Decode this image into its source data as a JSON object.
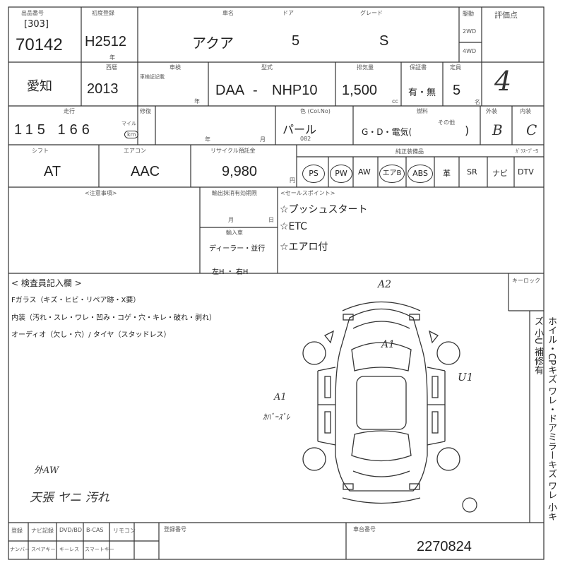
{
  "header": {
    "lot_label": "出品番号",
    "lot_bracket": "[303]",
    "lot_number": "70142",
    "first_reg_label": "初度登録",
    "first_reg_value": "H2512",
    "first_reg_unit": "年",
    "model_label": "車名",
    "model_value": "アクア",
    "doors_label": "ドア",
    "doors_value": "5",
    "grade_label": "グレード",
    "grade_value": "S",
    "drive_label": "駆動",
    "drive_2wd": "2WD",
    "drive_4wd": "4WD",
    "score_label": "評価点",
    "score_value": "4"
  },
  "row2": {
    "region": "愛知",
    "year_label": "西暦",
    "year_value": "2013",
    "reg_label": "車検",
    "reg_sub": "車検証記載",
    "reg_unit": "年",
    "type_label": "型式",
    "type_value_1": "DAA",
    "type_sep": "-",
    "type_value_2": "NHP10",
    "cc_label": "排気量",
    "cc_value": "1,500",
    "cc_unit": "cc",
    "reg_plate_label": "保証書",
    "reg_plate_value": "有・無",
    "seats_label": "定員",
    "seats_value": "5",
    "seats_unit": "名"
  },
  "row3": {
    "mileage_label": "走行",
    "mileage_value": "115 166",
    "mileage_unit_mile": "マイル",
    "mileage_unit_km": "km",
    "repair_label": "修復",
    "year_label": "年",
    "month_label": "月",
    "color_label": "色 (Col.No)",
    "color_value": "パール",
    "color_code": "082",
    "fuel_label": "燃料",
    "fuel_value": "G・D・電気(",
    "fuel_other": "その他",
    "fuel_close": ")",
    "exterior_label": "外装",
    "exterior_value": "B",
    "interior_label": "内装",
    "interior_value": "C"
  },
  "row4": {
    "shift_label": "シフト",
    "shift_value": "AT",
    "ac_label": "エアコン",
    "ac_value": "AAC",
    "recycle_label": "リサイクル預託金",
    "recycle_value": "9,980",
    "recycle_unit": "円",
    "equip_label": "純正装備品",
    "equip": [
      "PS",
      "PW",
      "AW",
      "エアB",
      "ABS",
      "革",
      "SR",
      "ナビ",
      "DTV"
    ],
    "equip_last_label": "ｶﾞﾗｽｰﾌﾟｰS"
  },
  "notes": {
    "notes_label": "<注意事項>",
    "deadline_label": "輸出抹消有効期限",
    "deadline_month": "月",
    "deadline_day": "日",
    "import_label": "輸入車",
    "import_value": "ディーラー・並行",
    "import_hand": "左H ・ 右H",
    "sales_label": "<セールスポイント>",
    "sales_points": [
      "☆プッシュスタート",
      "☆ETC",
      "☆エアロ付"
    ]
  },
  "inspection": {
    "title": "< 検査員記入欄 >",
    "glass_line": "Fガラス（キズ・ヒビ・リペア跡・X要）",
    "interior_line": "内装（汚れ・スレ・ワレ・凹み・コゲ・穴・キレ・破れ・剥れ）",
    "audio_line": "オーディオ（欠し・穴）/ タイヤ（スタッドレス）",
    "keyless_label": "キーロック",
    "side_text": "ホイル・CPキズ ワレ・ドアミラーキズ ワレ 小キズ 小U 補修有",
    "hand_a2": "A2",
    "hand_a1": "A1",
    "hand_u1": "U1",
    "hand_left_a1": "A1",
    "hand_left_sub": "ｶﾊﾞｰｽﾞﾚ",
    "hand_note_1": "外AW",
    "hand_note_2": "天張 ヤニ 汚れ"
  },
  "footer": {
    "items_row1": [
      "登録",
      "ナビ記録",
      "DVD/BD",
      "B-CAS",
      "リモコン"
    ],
    "items_row2": [
      "ナンバー",
      "スペアキー",
      "キーレス",
      "スマートキー"
    ],
    "reg_no_label": "登録番号",
    "chassis_label": "車台番号",
    "chassis_value": "2270824"
  }
}
